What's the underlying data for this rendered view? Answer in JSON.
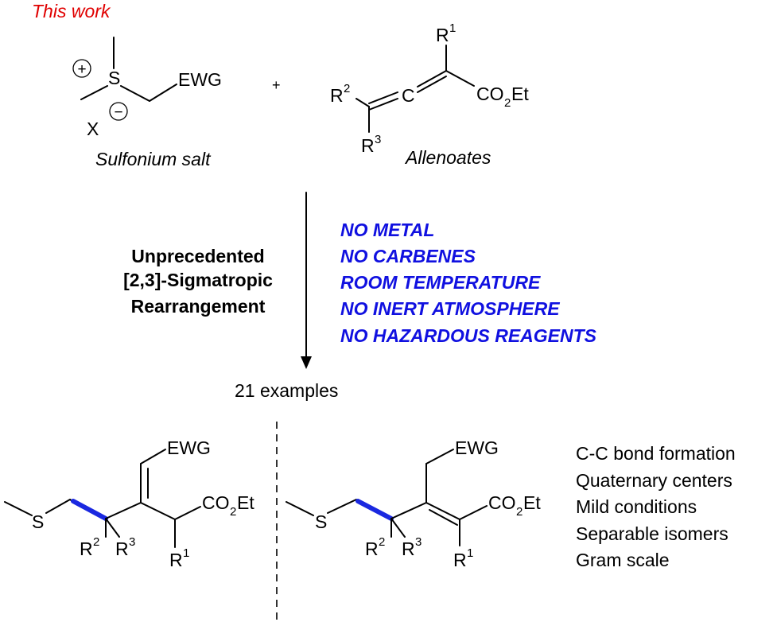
{
  "header": {
    "title": "This work"
  },
  "reactants": {
    "sulfonium": {
      "sulfur": "S",
      "ewg": "EWG",
      "counterion": "X",
      "plus_charge": "+",
      "minus_charge": "−",
      "caption": "Sulfonium salt"
    },
    "plus_sign": "+",
    "allenoate": {
      "r1": "R",
      "r1_sup": "1",
      "r2": "R",
      "r2_sup": "2",
      "r3": "R",
      "r3_sup": "3",
      "central_c": "C",
      "ester_a": "CO",
      "ester_sub": "2",
      "ester_b": "Et",
      "caption": "Allenoates"
    }
  },
  "conditions": {
    "left_lines": [
      "Unprecedented",
      "[2,3]-Sigmatropic",
      "Rearrangement"
    ],
    "right_lines": [
      "NO METAL",
      "NO CARBENES",
      "ROOM TEMPERATURE",
      "NO INERT ATMOSPHERE",
      "NO HAZARDOUS REAGENTS"
    ],
    "examples": "21 examples"
  },
  "products": {
    "left": {
      "sulfur": "S",
      "ewg": "EWG",
      "ester_a": "CO",
      "ester_sub": "2",
      "ester_b": "Et",
      "r1": "R",
      "r1_sup": "1",
      "r2": "R",
      "r2_sup": "2",
      "r3": "R",
      "r3_sup": "3"
    },
    "right": {
      "sulfur": "S",
      "ewg": "EWG",
      "ester_a": "CO",
      "ester_sub": "2",
      "ester_b": "Et",
      "r1": "R",
      "r1_sup": "1",
      "r2": "R",
      "r2_sup": "2",
      "r3": "R",
      "r3_sup": "3"
    }
  },
  "features": [
    "C-C bond formation",
    "Quaternary centers",
    "Mild conditions",
    "Separable isomers",
    "Gram scale"
  ],
  "colors": {
    "title_red": "#e00000",
    "conditions_blue": "#1010e0",
    "new_bond_blue": "#1a28e0"
  }
}
